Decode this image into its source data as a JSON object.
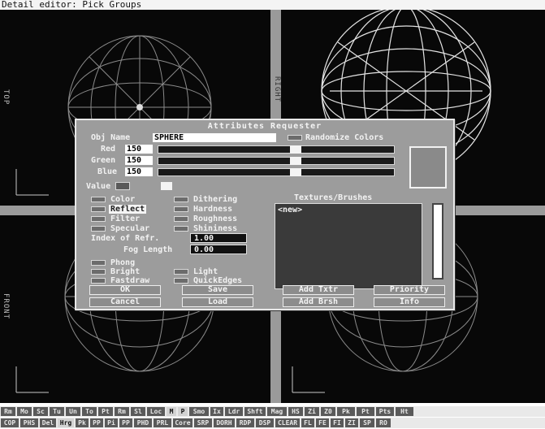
{
  "window": {
    "title": "Detail editor: Pick Groups"
  },
  "viewports": {
    "top_label": "TOP",
    "right_label": "RIGHT",
    "front_label": "FRONT"
  },
  "dialog": {
    "title": "Attributes Requester",
    "obj_name_label": "Obj Name",
    "obj_name_value": "SPHERE",
    "randomize_label": "Randomize Colors",
    "red_label": "Red",
    "red_value": "150",
    "green_label": "Green",
    "green_value": "150",
    "blue_label": "Blue",
    "blue_value": "150",
    "value_label": "Value",
    "options_left": [
      "Color",
      "Reflect",
      "Filter",
      "Specular"
    ],
    "options_right": [
      "Dithering",
      "Hardness",
      "Roughness",
      "Shininess"
    ],
    "selected_option": "Reflect",
    "index_label": "Index of Refr.",
    "index_value": "1.00",
    "fog_label": "Fog Length",
    "fog_value": "0.00",
    "flags_left": [
      "Phong",
      "Bright",
      "Fastdraw"
    ],
    "flags_right": [
      "Light",
      "QuickEdges"
    ],
    "textures_label": "Textures/Brushes",
    "texture_item": "<new>",
    "buttons": {
      "ok": "OK",
      "save": "Save",
      "add_txtr": "Add Txtr",
      "priority": "Priority",
      "cancel": "Cancel",
      "load": "Load",
      "add_brsh": "Add Brsh",
      "info": "Info"
    }
  },
  "toolbar_row_1": [
    "Rm",
    "Mo",
    "Sc",
    "Tu",
    "Un",
    "To",
    "Pt",
    "Rm",
    "Sl",
    "Loc",
    "M",
    "P",
    "Smo",
    "Ix",
    "Ldr",
    "Shft",
    "Mag",
    "HS",
    "Zi",
    "Z0",
    "Pk",
    "Pt",
    "Pts",
    "Ht"
  ],
  "toolbar_row_2": [
    "COP",
    "PHS",
    "Del",
    "Hrg",
    "Pk",
    "PP",
    "Pi",
    "PP",
    "PHD",
    "PRL",
    "Core",
    "SRP",
    "DORH",
    "RDP",
    "DSP",
    "CLEAR",
    "FL",
    "FE",
    "FI",
    "ZI",
    "SP",
    "RO"
  ]
}
